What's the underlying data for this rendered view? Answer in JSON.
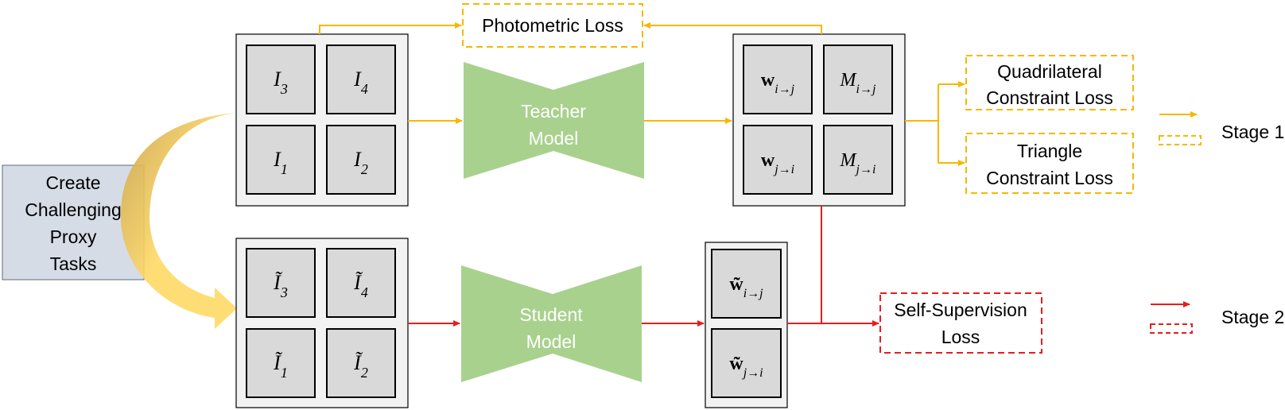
{
  "colors": {
    "stage1": "#f5b800",
    "stage2": "#e61e1e",
    "model_fill": "#a9d18e",
    "model_text": "#ffffff",
    "panel_fill": "#f2f2f2",
    "cell_fill": "#d9d9d9",
    "proxy_fill": "#d6dce5",
    "arrow_gradient_start": "#c9a24a",
    "arrow_gradient_end": "#ffd966"
  },
  "create_box": {
    "lines": [
      "Create",
      "Challenging",
      "Proxy",
      "Tasks"
    ]
  },
  "teacher_frames": [
    {
      "base": "I",
      "sub": "3"
    },
    {
      "base": "I",
      "sub": "4"
    },
    {
      "base": "I",
      "sub": "1"
    },
    {
      "base": "I",
      "sub": "2"
    }
  ],
  "student_frames": [
    {
      "base": "Ĩ",
      "sub": "3"
    },
    {
      "base": "Ĩ",
      "sub": "4"
    },
    {
      "base": "Ĩ",
      "sub": "1"
    },
    {
      "base": "Ĩ",
      "sub": "2"
    }
  ],
  "teacher_model": {
    "lines": [
      "Teacher",
      "Model"
    ]
  },
  "student_model": {
    "lines": [
      "Student",
      "Model"
    ]
  },
  "teacher_outputs": [
    {
      "base": "w",
      "sub": "i→j",
      "bold": true
    },
    {
      "base": "M",
      "sub": "i→j",
      "bold": false
    },
    {
      "base": "w",
      "sub": "j→i",
      "bold": true
    },
    {
      "base": "M",
      "sub": "j→i",
      "bold": false
    }
  ],
  "student_outputs": [
    {
      "base": "w̃",
      "sub": "i→j",
      "bold": true
    },
    {
      "base": "w̃",
      "sub": "j→i",
      "bold": true
    }
  ],
  "losses": {
    "photometric": "Photometric Loss",
    "quadrilateral": [
      "Quadrilateral",
      "Constraint Loss"
    ],
    "triangle": [
      "Triangle",
      "Constraint Loss"
    ],
    "self_supervision": [
      "Self-Supervision",
      "Loss"
    ]
  },
  "legend": {
    "stage1": "Stage 1",
    "stage2": "Stage 2"
  }
}
